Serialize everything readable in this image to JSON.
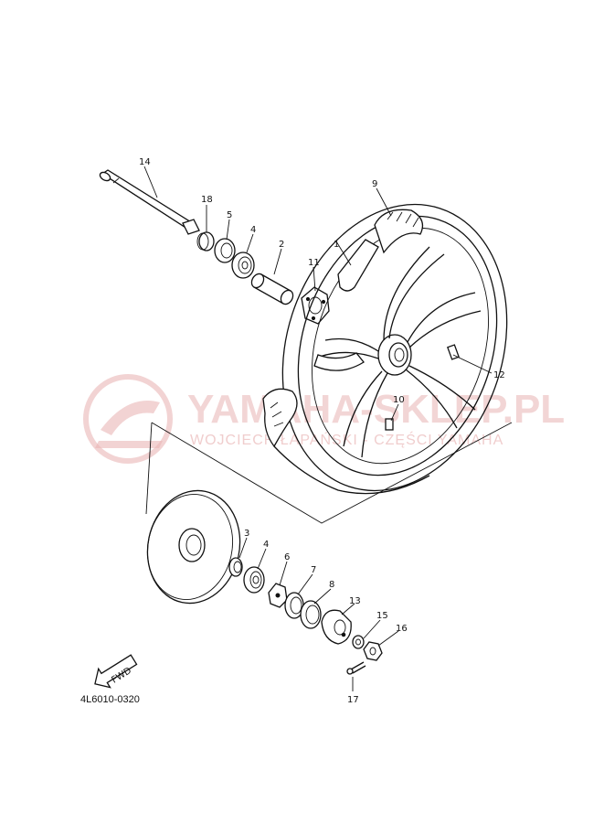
{
  "diagram": {
    "reference_code": "4L6010-0320",
    "direction_marker": "FWD",
    "watermark": {
      "brand": "YAMAHA-SKLEP.PL",
      "subtitle": "WOJCIECH ŁAPAŃSKI - CZĘŚCI YAMAHA"
    },
    "callouts": [
      {
        "id": "c14a",
        "label": "14"
      },
      {
        "id": "c18",
        "label": "18"
      },
      {
        "id": "c5a",
        "label": "5"
      },
      {
        "id": "c4a",
        "label": "4"
      },
      {
        "id": "c2",
        "label": "2"
      },
      {
        "id": "c1",
        "label": "1"
      },
      {
        "id": "c9",
        "label": "9"
      },
      {
        "id": "c11",
        "label": "11"
      },
      {
        "id": "c12",
        "label": "12"
      },
      {
        "id": "c10",
        "label": "10"
      },
      {
        "id": "c3",
        "label": "3"
      },
      {
        "id": "c4b",
        "label": "4"
      },
      {
        "id": "c6",
        "label": "6"
      },
      {
        "id": "c7",
        "label": "7"
      },
      {
        "id": "c8",
        "label": "8"
      },
      {
        "id": "c13",
        "label": "13"
      },
      {
        "id": "c15",
        "label": "15"
      },
      {
        "id": "c16",
        "label": "16"
      },
      {
        "id": "c17",
        "label": "17"
      }
    ]
  }
}
